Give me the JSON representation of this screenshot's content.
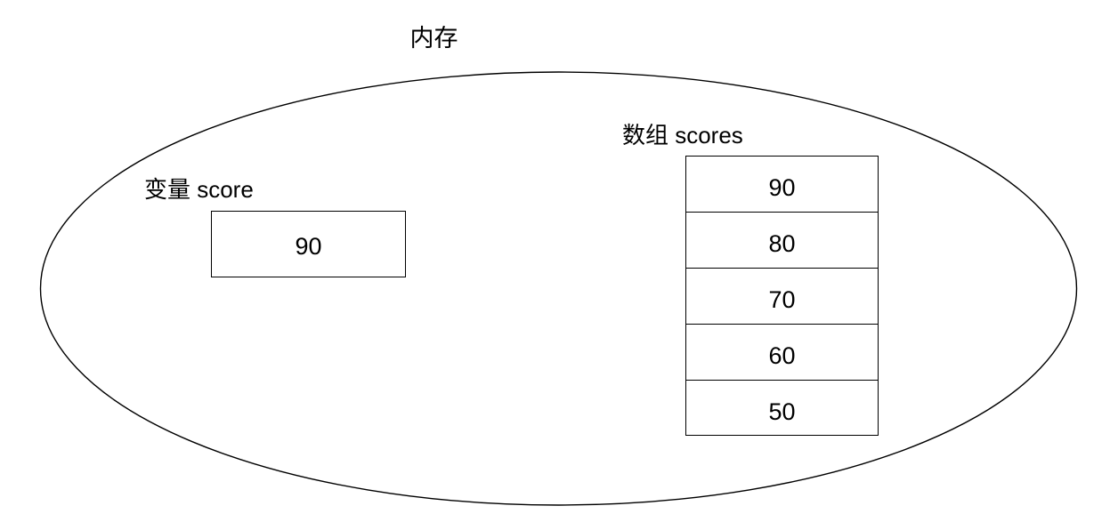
{
  "diagram": {
    "title": "内存",
    "background_color": "#ffffff",
    "stroke_color": "#000000",
    "container": {
      "shape": "ellipse",
      "name": "memory-ellipse"
    },
    "variable": {
      "label": "变量 score",
      "value": "90"
    },
    "array": {
      "label": "数组 scores",
      "values": [
        "90",
        "80",
        "70",
        "60",
        "50"
      ]
    }
  }
}
